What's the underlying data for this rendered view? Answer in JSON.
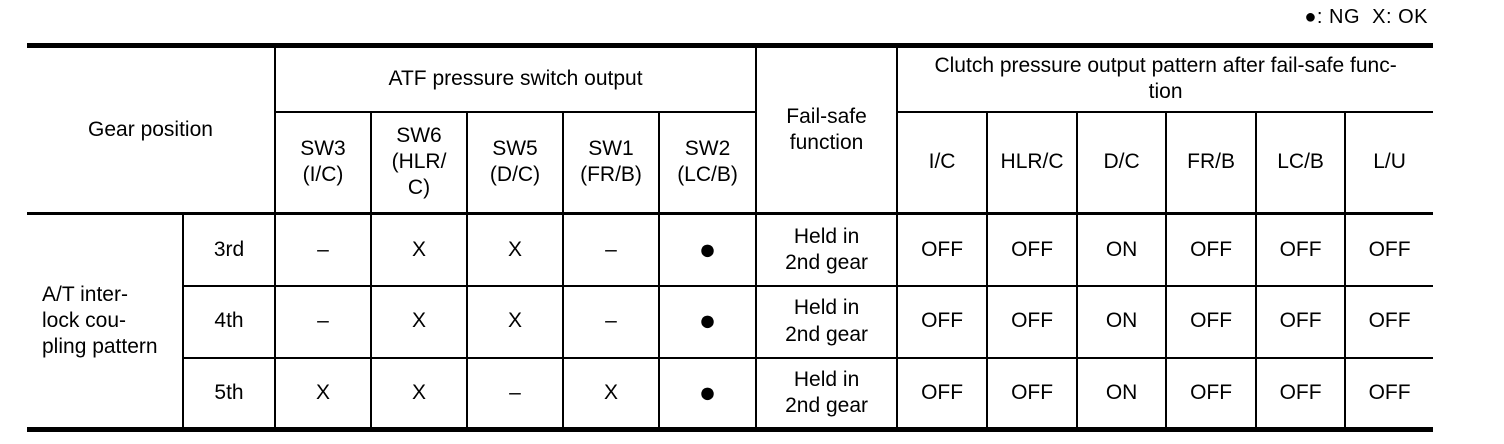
{
  "legend": "●: NG  X: OK",
  "table": {
    "header": {
      "gear_position": "Gear position",
      "atf_group": "ATF pressure switch output",
      "fail_safe": "Fail-safe\nfunction",
      "clutch_group": "Clutch pressure output pattern after fail-safe func-\ntion",
      "atf_cols": [
        "SW3\n(I/C)",
        "SW6\n(HLR/\nC)",
        "SW5\n(D/C)",
        "SW1\n(FR/B)",
        "SW2\n(LC/B)"
      ],
      "clutch_cols": [
        "I/C",
        "HLR/C",
        "D/C",
        "FR/B",
        "LC/B",
        "L/U"
      ]
    },
    "row_group_label": "A/T inter-\nlock cou-\npling pattern",
    "rows": [
      {
        "gear": "3rd",
        "atf": [
          "–",
          "X",
          "X",
          "–",
          "●"
        ],
        "fail_safe": "Held in\n2nd gear",
        "clutch": [
          "OFF",
          "OFF",
          "ON",
          "OFF",
          "OFF",
          "OFF"
        ]
      },
      {
        "gear": "4th",
        "atf": [
          "–",
          "X",
          "X",
          "–",
          "●"
        ],
        "fail_safe": "Held in\n2nd gear",
        "clutch": [
          "OFF",
          "OFF",
          "ON",
          "OFF",
          "OFF",
          "OFF"
        ]
      },
      {
        "gear": "5th",
        "atf": [
          "X",
          "X",
          "–",
          "X",
          "●"
        ],
        "fail_safe": "Held in\n2nd gear",
        "clutch": [
          "OFF",
          "OFF",
          "ON",
          "OFF",
          "OFF",
          "OFF"
        ]
      }
    ]
  }
}
